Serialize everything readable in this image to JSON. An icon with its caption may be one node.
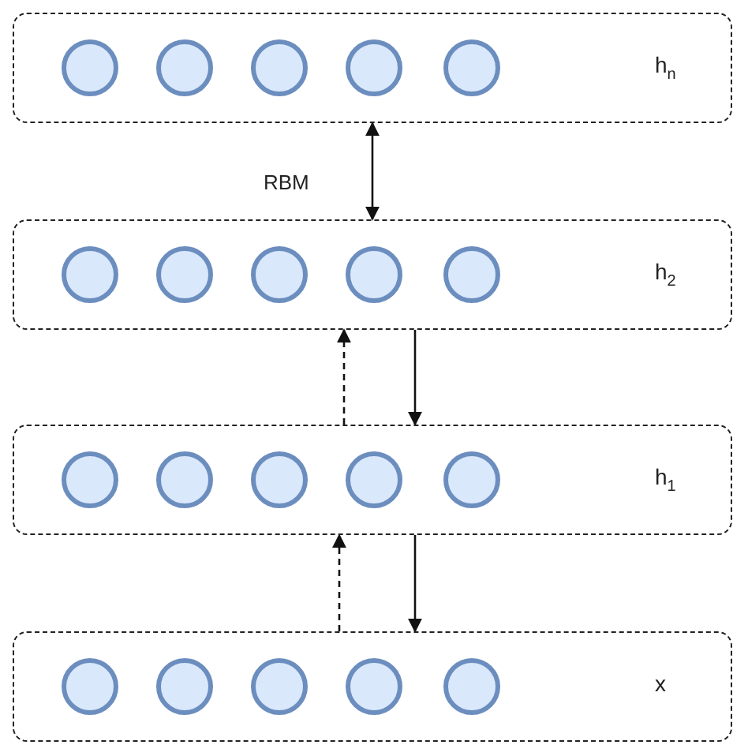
{
  "diagram": {
    "nodes": [
      {
        "text": [
          "h$_{n}$"
        ]
      },
      {
        "text": [],
        "shape": "circle",
        "in": 0
      },
      {
        "text": [],
        "shape": "circle",
        "in": 0
      },
      {
        "text": [],
        "shape": "circle",
        "in": 0
      },
      {
        "text": [],
        "shape": "circle",
        "in": 0
      },
      {
        "text": [],
        "shape": "circle",
        "in": 0
      },
      {
        "text": [
          "h$_{2}$"
        ]
      },
      {
        "text": [],
        "shape": "circle",
        "in": 6
      },
      {
        "text": [],
        "shape": "circle",
        "in": 6
      },
      {
        "text": [],
        "shape": "circle",
        "in": 6
      },
      {
        "text": [],
        "shape": "circle",
        "in": 6
      },
      {
        "text": [],
        "shape": "circle",
        "in": 6
      },
      {
        "text": [
          "h$_{1}$"
        ]
      },
      {
        "text": [],
        "shape": "circle",
        "in": 12
      },
      {
        "text": [],
        "shape": "circle",
        "in": 12
      },
      {
        "text": [],
        "shape": "circle",
        "in": 12
      },
      {
        "text": [],
        "shape": "circle",
        "in": 12
      },
      {
        "text": [],
        "shape": "circle",
        "in": 12
      },
      {
        "text": [
          "x"
        ]
      },
      {
        "text": [],
        "shape": "circle",
        "in": 18
      },
      {
        "text": [],
        "shape": "circle",
        "in": 18
      },
      {
        "text": [],
        "shape": "circle",
        "in": 18
      },
      {
        "text": [],
        "shape": "circle",
        "in": 18
      },
      {
        "text": [],
        "shape": "circle",
        "in": 18
      }
    ],
    "edges": [
      {
        "from": 0,
        "to": 6,
        "arrow": "both"
      },
      {
        "from": 6,
        "to": 12,
        "arrow": "to"
      },
      {
        "from": 12,
        "to": 6,
        "arrow": "to",
        "style": "dashed"
      },
      {
        "from": 12,
        "to": 18,
        "arrow": "to"
      },
      {
        "from": 18,
        "to": 12,
        "arrow": "to",
        "style": "dashed"
      }
    ],
    "labels": [
      "RBM"
    ]
  }
}
